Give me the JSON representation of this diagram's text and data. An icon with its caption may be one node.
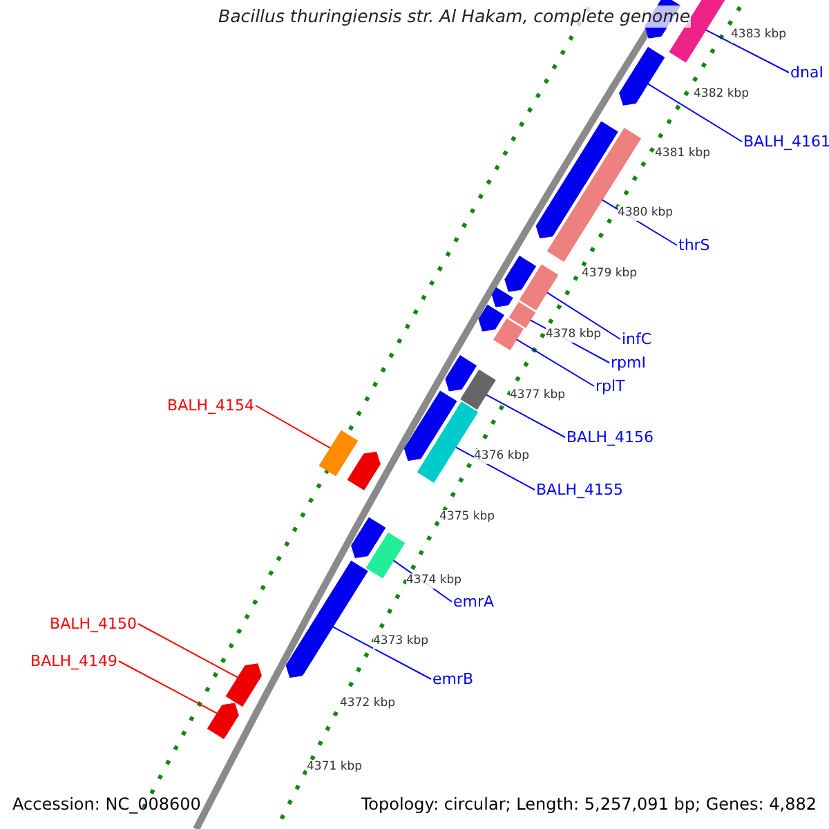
{
  "diagram": {
    "title": "Bacillus thuringiensis str. Al Hakam, complete genome",
    "nodes": [
      {
        "text": [
          "dnaI"
        ]
      },
      {
        "text": [
          "BALH_4161"
        ]
      },
      {
        "text": [
          "thrS"
        ]
      },
      {
        "text": [
          "infC"
        ]
      },
      {
        "text": [
          "rpmI"
        ]
      },
      {
        "text": [
          "rplT"
        ]
      },
      {
        "text": [
          "BALH_4154"
        ]
      },
      {
        "text": [
          "BALH_4156"
        ]
      },
      {
        "text": [
          "BALH_4155"
        ]
      },
      {
        "text": [
          "emrA"
        ]
      },
      {
        "text": [
          "BALH_4150"
        ]
      },
      {
        "text": [
          "BALH_4149"
        ]
      },
      {
        "text": [
          "emrB"
        ]
      },
      {
        "text": [],
        "shape": "bar"
      },
      {
        "text": [],
        "shape": "bar"
      },
      {
        "text": [],
        "shape": "bar"
      },
      {
        "text": [],
        "shape": "bar"
      },
      {
        "text": [],
        "shape": "bar"
      },
      {
        "text": [],
        "shape": "bar"
      },
      {
        "text": [],
        "shape": "bar"
      },
      {
        "text": [],
        "shape": "bar"
      },
      {
        "text": [],
        "shape": "bar"
      },
      {
        "text": [],
        "shape": "bar"
      },
      {
        "text": [],
        "shape": "bar"
      },
      {
        "text": [],
        "shape": "bar"
      },
      {
        "text": [],
        "shape": "bar"
      },
      {
        "text": [],
        "shape": "bar"
      },
      {
        "text": [],
        "shape": "bar"
      },
      {
        "text": [],
        "shape": "bar"
      },
      {
        "text": [],
        "shape": "bar"
      },
      {
        "text": [],
        "shape": "bar"
      },
      {
        "text": [],
        "shape": "bar"
      },
      {
        "text": [],
        "shape": "bar"
      },
      {
        "text": [],
        "shape": "bar"
      },
      {
        "text": [],
        "shape": "bar"
      }
    ],
    "edges": [
      {
        "from": 0,
        "to": 13,
        "arrow": "none"
      },
      {
        "from": 1,
        "to": 14,
        "arrow": "none"
      },
      {
        "from": 2,
        "to": 15,
        "arrow": "none"
      },
      {
        "from": 3,
        "to": 16,
        "arrow": "none"
      },
      {
        "from": 4,
        "to": 17,
        "arrow": "none"
      },
      {
        "from": 5,
        "to": 18,
        "arrow": "none"
      },
      {
        "from": 6,
        "to": 19,
        "arrow": "none",
        "color": "#ff0000"
      },
      {
        "from": 7,
        "to": 20,
        "arrow": "none"
      },
      {
        "from": 8,
        "to": 21,
        "arrow": "none"
      },
      {
        "from": 9,
        "to": 22,
        "arrow": "none"
      },
      {
        "from": 10,
        "to": 23,
        "arrow": "none",
        "color": "#ff0000"
      },
      {
        "from": 11,
        "to": 24,
        "arrow": "none",
        "color": "#ff0000"
      },
      {
        "from": 12,
        "to": 25,
        "arrow": "none"
      }
    ],
    "labels": [
      "4383 kbp",
      "4382 kbp",
      "4381 kbp",
      "4380 kbp",
      "4379 kbp",
      "4378 kbp",
      "4377 kbp",
      "4376 kbp",
      "4375 kbp",
      "4374 kbp",
      "4373 kbp",
      "4372 kbp",
      "4371 kbp",
      "Accession: NC_008600",
      "Topology: circular; Length: 5,257,091 bp; Genes: 4,882"
    ]
  }
}
